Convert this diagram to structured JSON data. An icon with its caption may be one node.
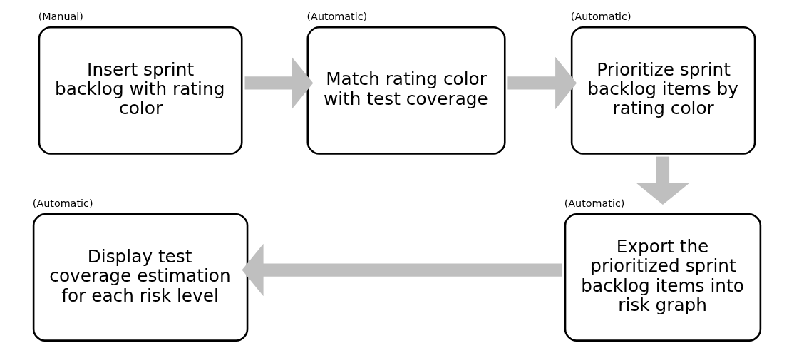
{
  "diagram": {
    "nodes": [
      {
        "text": [
          "(Manual)",
          "Insert sprint backlog with rating color"
        ]
      },
      {
        "text": [
          "(Automatic)",
          "Match rating color with test coverage"
        ]
      },
      {
        "text": [
          "(Automatic)",
          "Prioritize sprint backlog items by rating color"
        ]
      },
      {
        "text": [
          "(Automatic)",
          "Display test coverage estimation for each risk level"
        ]
      },
      {
        "text": [
          "(Automatic)",
          "Export the prioritized sprint backlog items into risk graph"
        ]
      }
    ],
    "edges": [
      {
        "from": 0,
        "to": 1,
        "arrow": "to"
      },
      {
        "from": 1,
        "to": 2,
        "arrow": "to"
      },
      {
        "from": 2,
        "to": 4,
        "arrow": "to"
      },
      {
        "from": 4,
        "to": 3,
        "arrow": "to"
      }
    ]
  }
}
